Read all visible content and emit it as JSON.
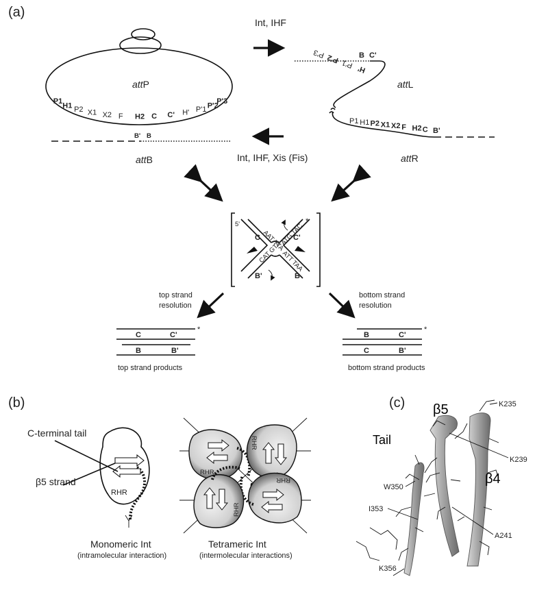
{
  "panel_a": {
    "label": "(a)",
    "top_arrow_label": "Int, IHF",
    "bottom_arrow_label": "Int, IHF, Xis (Fis)",
    "attP": {
      "name_prefix": "att",
      "name_suffix": "P",
      "sites": [
        "P1",
        "H1",
        "P2",
        "X1",
        "X2",
        "F",
        "H2",
        "C",
        "C'",
        "H'",
        "P'1",
        "P'2",
        "P'3"
      ]
    },
    "attL": {
      "name_prefix": "att",
      "name_suffix": "L",
      "sites_top": [
        "B",
        "C'"
      ],
      "sites_curve": [
        "H'",
        "P'1",
        "P'2",
        "P'3"
      ]
    },
    "attR": {
      "name_prefix": "att",
      "name_suffix": "R",
      "sites": [
        "P1",
        "H1",
        "P2",
        "X1",
        "X2",
        "F",
        "H2",
        "C",
        "B'"
      ]
    },
    "attB": {
      "name_prefix": "att",
      "name_suffix": "B",
      "sites": [
        "B'",
        "B"
      ]
    },
    "holliday": {
      "five_prime": "5'",
      "star": "*",
      "arms": [
        "C",
        "C'",
        "B'",
        "B"
      ],
      "seq_top_left": "AAT TTA",
      "seq_top_right": "ATG TAC",
      "seq_bottom_left": "CAT GTA",
      "seq_bottom_right": "ATT TAA"
    },
    "top_resolution": {
      "label_line1": "top strand",
      "label_line2": "resolution",
      "product_row1": [
        "C",
        "C'"
      ],
      "product_row2": [
        "B",
        "B'"
      ],
      "star": "*",
      "caption": "top strand products"
    },
    "bottom_resolution": {
      "label_line1": "bottom strand",
      "label_line2": "resolution",
      "product_row1": [
        "B",
        "C'"
      ],
      "product_row2": [
        "C",
        "B'"
      ],
      "star": "*",
      "caption": "bottom strand products"
    }
  },
  "panel_b": {
    "label": "(b)",
    "c_terminal_tail": "C-terminal tail",
    "beta5_strand": "β5 strand",
    "rhr": "RHR",
    "monomeric_title": "Monomeric Int",
    "monomeric_sub": "(intramolecular interaction)",
    "tetrameric_title": "Tetrameric Int",
    "tetrameric_sub": "(intermolecular interactions)"
  },
  "panel_c": {
    "label": "(c)",
    "beta5": "β5",
    "beta4": "β4",
    "tail": "Tail",
    "residues": [
      "K235",
      "K239",
      "W350",
      "I353",
      "A241",
      "K356"
    ]
  },
  "colors": {
    "ink": "#111111",
    "protein_fill": "#d9d9d9",
    "ribbon": "#a8a8a8"
  }
}
